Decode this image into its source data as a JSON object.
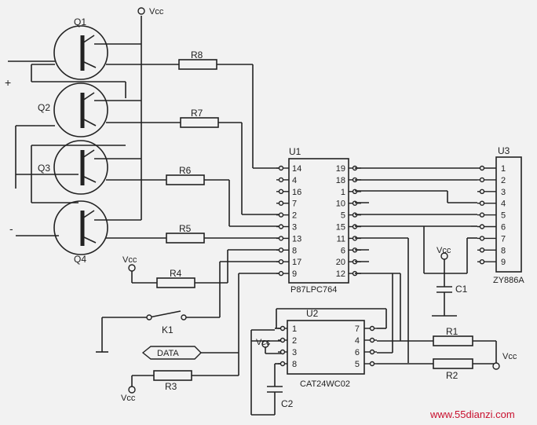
{
  "power": {
    "vcc": "Vcc",
    "plus": "+",
    "minus": "-"
  },
  "transistors": [
    "Q1",
    "Q2",
    "Q3",
    "Q4"
  ],
  "resistors": [
    "R8",
    "R7",
    "R6",
    "R5",
    "R4",
    "R3",
    "R1",
    "R2"
  ],
  "capacitors": [
    "C1",
    "C2"
  ],
  "switch": "K1",
  "data_tag": "DATA",
  "u1": {
    "ref": "U1",
    "part": "P87LPC764",
    "left_pins": [
      "14",
      "4",
      "16",
      "7",
      "2",
      "3",
      "13",
      "8",
      "17",
      "9"
    ],
    "right_pins": [
      "19",
      "18",
      "1",
      "10",
      "5",
      "15",
      "11",
      "6",
      "20",
      "12"
    ]
  },
  "u2": {
    "ref": "U2",
    "part": "CAT24WC02",
    "left_pins": [
      "1",
      "2",
      "3",
      "8"
    ],
    "right_pins": [
      "7",
      "4",
      "6",
      "5"
    ]
  },
  "u3": {
    "ref": "U3",
    "part": "ZY886A",
    "pins": [
      "1",
      "2",
      "3",
      "4",
      "5",
      "6",
      "7",
      "8",
      "9"
    ]
  },
  "watermark": "www.55dianzi.com"
}
